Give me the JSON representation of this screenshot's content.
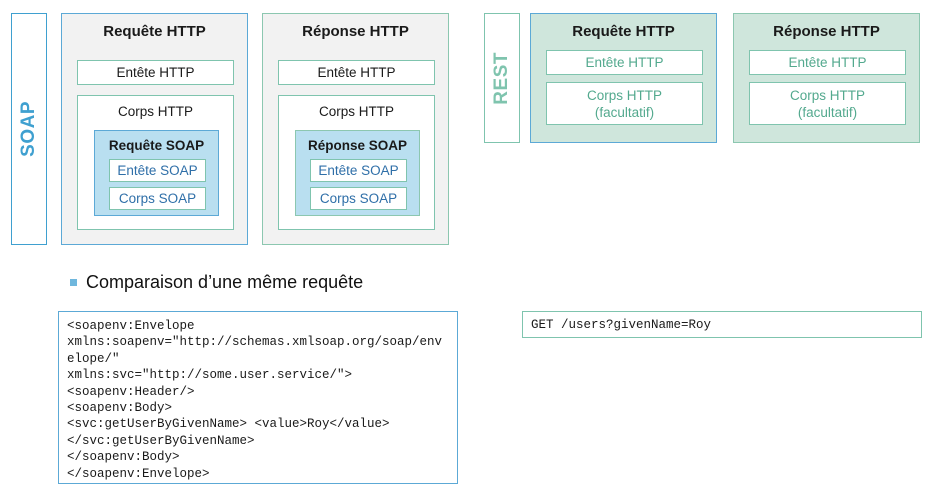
{
  "slide": {
    "protocols": [
      {
        "name": "SOAP",
        "side_label": "SOAP",
        "columns": [
          {
            "title": "Requête HTTP",
            "header_box": "Entête HTTP",
            "body_title": "Corps HTTP",
            "packet_title": "Requête SOAP",
            "packet_header": "Entête SOAP",
            "packet_body": "Corps SOAP"
          },
          {
            "title": "Réponse HTTP",
            "header_box": "Entête HTTP",
            "body_title": "Corps HTTP",
            "packet_title": "Réponse SOAP",
            "packet_header": "Entête SOAP",
            "packet_body": "Corps SOAP"
          }
        ]
      },
      {
        "name": "REST",
        "side_label": "REST",
        "columns": [
          {
            "title": "Requête HTTP",
            "header_box": "Entête HTTP",
            "body_line1": "Corps HTTP",
            "body_line2": "(facultatif)"
          },
          {
            "title": "Réponse HTTP",
            "header_box": "Entête HTTP",
            "body_line1": "Corps HTTP",
            "body_line2": "(facultatif)"
          }
        ]
      }
    ],
    "comparison": {
      "bullet_text": "Comparaison d’une même requête",
      "soap_code": "<soapenv:Envelope\nxmlns:soapenv=\"http://schemas.xmlsoap.org/soap/envelope/\"\nxmlns:svc=\"http://some.user.service/\">\n<soapenv:Header/>\n<soapenv:Body>\n<svc:getUserByGivenName> <value>Roy</value>\n</svc:getUserByGivenName>\n</soapenv:Body>\n</soapenv:Envelope>",
      "rest_code": "GET /users?givenName=Roy"
    },
    "colors": {
      "blue_border": "#5ca9d6",
      "green_border": "#8cc7b0",
      "soap_label": "#3fa0d0",
      "rest_label": "#7fc4ae",
      "soap_packet_bg": "#b9dff0",
      "rest_panel_bg": "#cfe6dc",
      "soap_panel_bg": "#f2f2f2",
      "bullet": "#6fb7dd",
      "teal_text": "#53a98e",
      "blue_text": "#2f6fa8"
    }
  }
}
